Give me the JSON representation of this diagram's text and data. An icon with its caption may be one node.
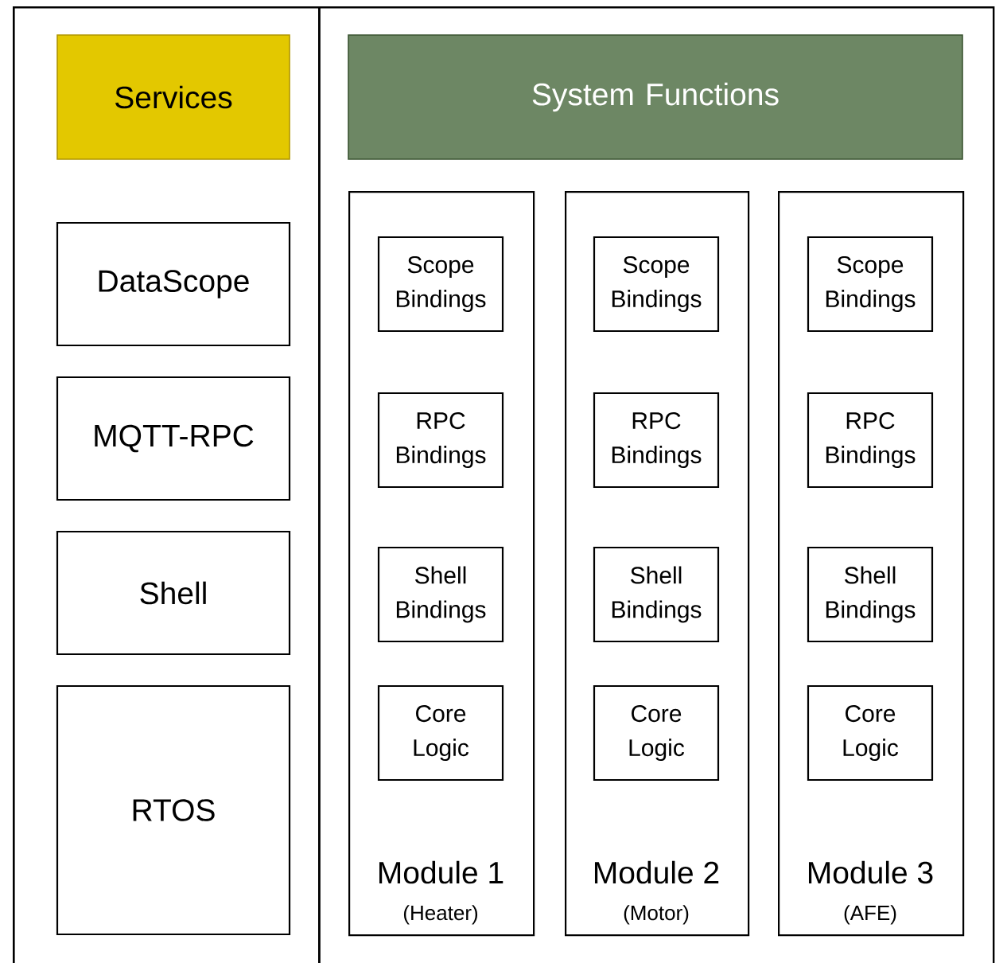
{
  "diagram": {
    "nodes": [
      {
        "text": [],
        "shape": "box"
      },
      {
        "text": [
          "Services"
        ],
        "in": 0
      },
      {
        "text": [
          "DataScope"
        ],
        "in": 0
      },
      {
        "text": [
          "MQTT-RPC"
        ],
        "in": 0
      },
      {
        "text": [
          "Shell"
        ],
        "in": 0
      },
      {
        "text": [
          "RTOS"
        ],
        "in": 0
      },
      {
        "text": [],
        "shape": "box"
      },
      {
        "text": [
          "System Functions"
        ],
        "in": 6
      },
      {
        "text": [
          "Module 1",
          "(Heater)"
        ],
        "in": 6
      },
      {
        "text": [
          "Scope Bindings"
        ],
        "in": 8
      },
      {
        "text": [
          "RPC Bindings"
        ],
        "in": 8
      },
      {
        "text": [
          "Shell Bindings"
        ],
        "in": 8
      },
      {
        "text": [
          "Core Logic"
        ],
        "in": 8
      },
      {
        "text": [
          "Module 2",
          "(Motor)"
        ],
        "in": 6
      },
      {
        "text": [
          "Scope Bindings"
        ],
        "in": 13
      },
      {
        "text": [
          "RPC Bindings"
        ],
        "in": 13
      },
      {
        "text": [
          "Shell Bindings"
        ],
        "in": 13
      },
      {
        "text": [
          "Core Logic"
        ],
        "in": 13
      },
      {
        "text": [
          "Module 3",
          "(AFE)"
        ],
        "in": 6
      },
      {
        "text": [
          "Scope Bindings"
        ],
        "in": 18
      },
      {
        "text": [
          "RPC Bindings"
        ],
        "in": 18
      },
      {
        "text": [
          "Shell Bindings"
        ],
        "in": 18
      },
      {
        "text": [
          "Core Logic"
        ],
        "in": 18
      }
    ],
    "edges": []
  }
}
